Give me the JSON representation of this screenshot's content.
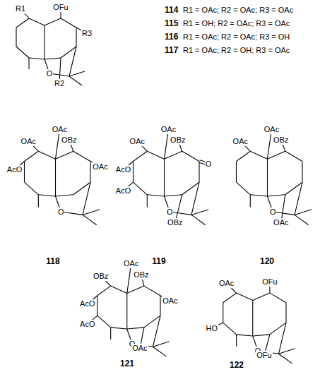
{
  "diagram": {
    "labels": [
      "114",
      "R1 = OAc; R2 = OAc; R3 = OAc",
      "115",
      "R1 = OH; R2 = OAc; R3 = OAc",
      "116",
      "R1 = OAc; R2 = OAc; R3 = OH",
      "117",
      "R1 = OAc; R2 = OH; R3 = OAc",
      "R1",
      "OFu",
      "R3",
      "O",
      "R2",
      "OAc",
      "OAc",
      "OBz",
      "AcO",
      "OAc",
      "O",
      "118",
      "OAc",
      "OAc",
      "OBz",
      "AcO",
      "O",
      "AcO",
      "O",
      "OBz",
      "119",
      "OAc",
      "OAc",
      "OBz",
      "O",
      "OAc",
      "120",
      "OAc",
      "OBz",
      "OBz",
      "AcO",
      "OAc",
      "AcO",
      "O",
      "OAc",
      "121",
      "OAc",
      "OFu",
      "HO",
      "O",
      "OFu",
      "122"
    ]
  }
}
